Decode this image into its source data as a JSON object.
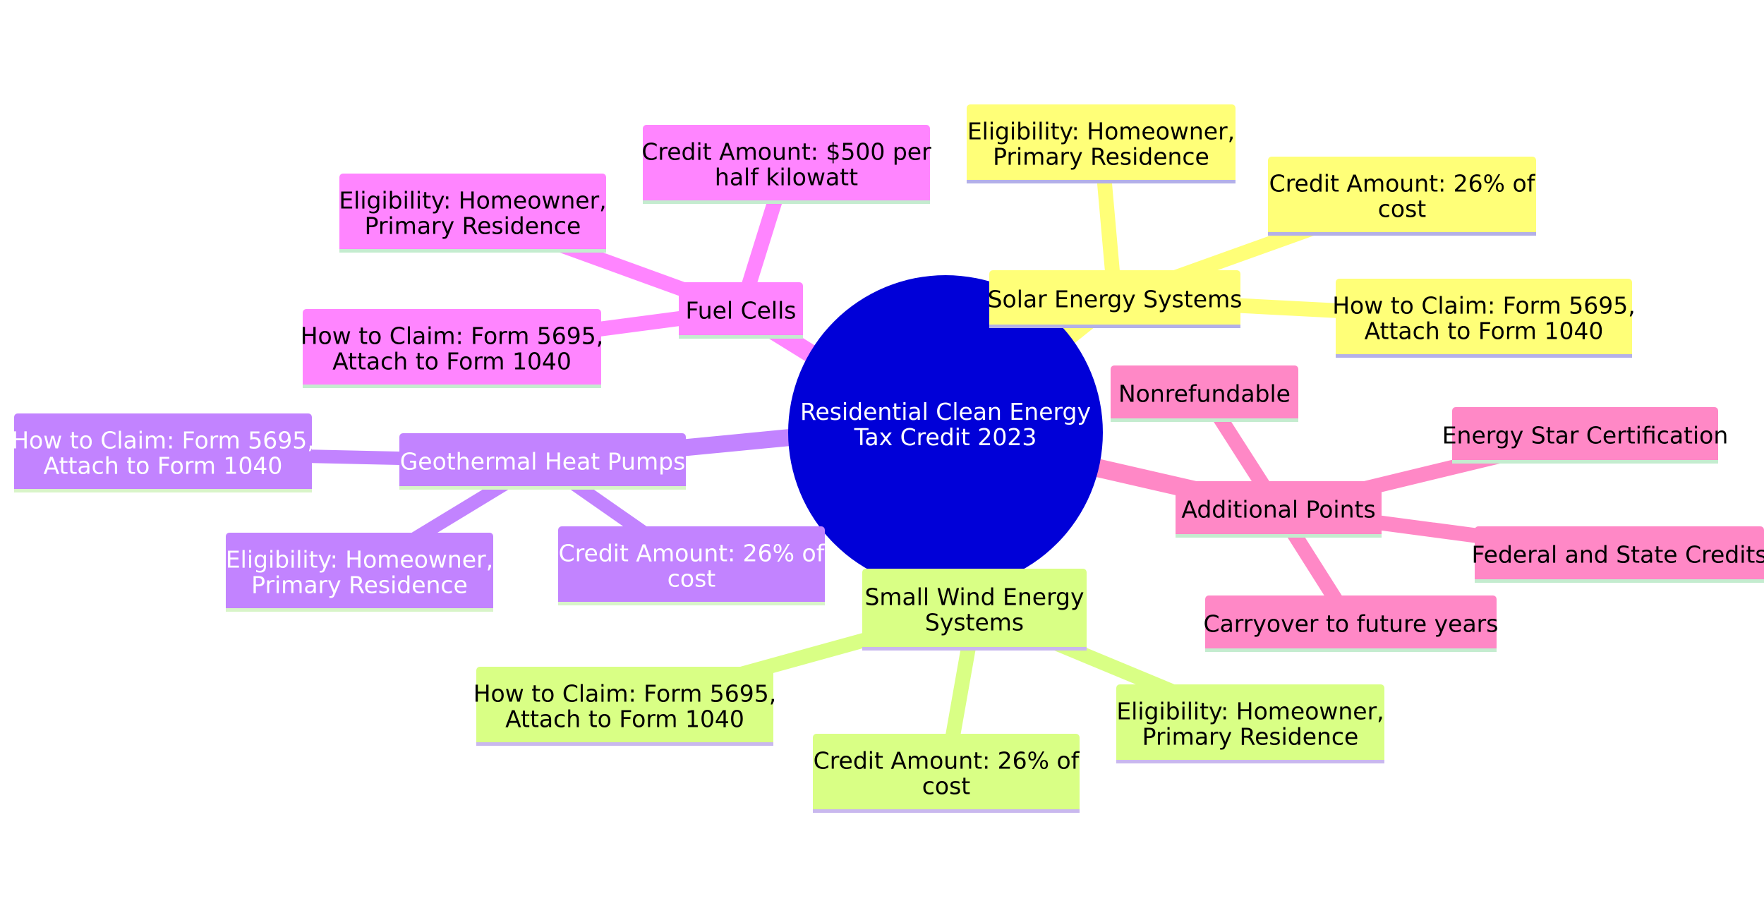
{
  "root": {
    "lines": [
      "Residential Clean Energy",
      "Tax Credit 2023"
    ],
    "fill": "#0000d8",
    "text_color": "#ffffff"
  },
  "branches": [
    {
      "id": "fuel-cells",
      "label": [
        "Fuel Cells"
      ],
      "fill": "#ff85ff",
      "edge": "#ff85ff",
      "underline": "#c4eccf",
      "text_color": "#000000",
      "children": [
        {
          "id": "credit",
          "label": [
            "Credit Amount: $500 per",
            "half kilowatt"
          ]
        },
        {
          "id": "eligibility",
          "label": [
            "Eligibility: Homeowner,",
            "Primary Residence"
          ]
        },
        {
          "id": "how-to-claim",
          "label": [
            "How to Claim: Form 5695,",
            "Attach to Form 1040"
          ]
        }
      ]
    },
    {
      "id": "solar",
      "label": [
        "Solar Energy Systems"
      ],
      "fill": "#ffff78",
      "edge": "#ffff78",
      "underline": "#b3b0e8",
      "text_color": "#000000",
      "children": [
        {
          "id": "eligibility",
          "label": [
            "Eligibility: Homeowner,",
            "Primary Residence"
          ]
        },
        {
          "id": "credit",
          "label": [
            "Credit Amount: 26% of",
            "cost"
          ]
        },
        {
          "id": "how-to-claim",
          "label": [
            "How to Claim: Form 5695,",
            "Attach to Form 1040"
          ]
        }
      ]
    },
    {
      "id": "geothermal",
      "label": [
        "Geothermal Heat Pumps"
      ],
      "fill": "#c283ff",
      "edge": "#c283ff",
      "underline": "#d8f4c8",
      "text_color": "#ffffff",
      "children": [
        {
          "id": "how-to-claim",
          "label": [
            "How to Claim: Form 5695,",
            "Attach to Form 1040"
          ]
        },
        {
          "id": "eligibility",
          "label": [
            "Eligibility: Homeowner,",
            "Primary Residence"
          ]
        },
        {
          "id": "credit",
          "label": [
            "Credit Amount: 26% of",
            "cost"
          ]
        }
      ]
    },
    {
      "id": "additional",
      "label": [
        "Additional Points"
      ],
      "fill": "#ff88c6",
      "edge": "#ff88c6",
      "underline": "#c4eccf",
      "text_color": "#000000",
      "children": [
        {
          "id": "nonrefundable",
          "label": [
            "Nonrefundable"
          ]
        },
        {
          "id": "energy-star",
          "label": [
            "Energy Star Certification"
          ]
        },
        {
          "id": "federal-state",
          "label": [
            "Federal and State Credits"
          ]
        },
        {
          "id": "carryover",
          "label": [
            "Carryover to future years"
          ]
        }
      ]
    },
    {
      "id": "wind",
      "label": [
        "Small Wind Energy",
        "Systems"
      ],
      "fill": "#d9ff85",
      "edge": "#d9ff85",
      "underline": "#c9b8ee",
      "text_color": "#000000",
      "children": [
        {
          "id": "how-to-claim",
          "label": [
            "How to Claim: Form 5695,",
            "Attach to Form 1040"
          ]
        },
        {
          "id": "credit",
          "label": [
            "Credit Amount: 26% of",
            "cost"
          ]
        },
        {
          "id": "eligibility",
          "label": [
            "Eligibility: Homeowner,",
            "Primary Residence"
          ]
        }
      ]
    }
  ]
}
